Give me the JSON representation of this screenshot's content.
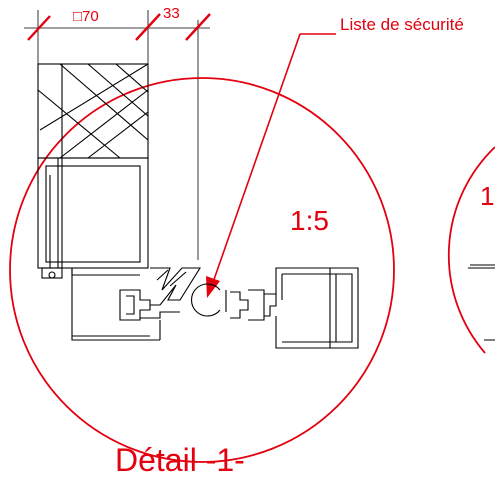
{
  "drawing": {
    "dimensions": {
      "width_70": "□70",
      "width_33": "33"
    },
    "callout_label": "Liste de sécurité",
    "scale_label": "1:5",
    "detail_title": "Détail -1-",
    "right_detail_partial_scale": "1"
  },
  "colors": {
    "annotation": "#e3000f",
    "linework": "#000000",
    "background": "#ffffff"
  }
}
